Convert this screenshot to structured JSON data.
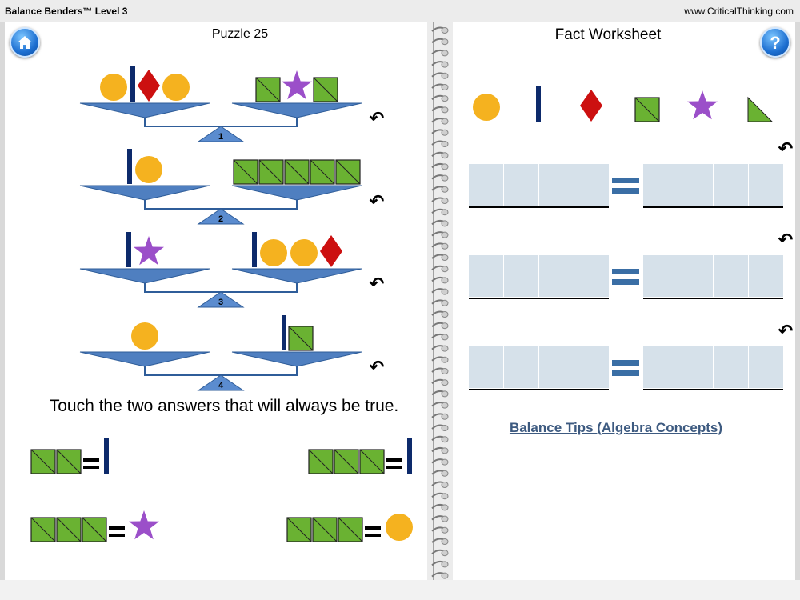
{
  "header": {
    "title": "Balance Benders™ Level 3",
    "site": "www.CriticalThinking.com"
  },
  "puzzle": {
    "title": "Puzzle 25",
    "instruction": "Touch the two answers that will always be true."
  },
  "scales": [
    {
      "number": "1",
      "left": [
        "circle",
        "bar",
        "diamond",
        "circle"
      ],
      "right": [
        "square",
        "star",
        "square"
      ]
    },
    {
      "number": "2",
      "left": [
        "bar",
        "circle"
      ],
      "right": [
        "square",
        "square",
        "square",
        "square",
        "square"
      ]
    },
    {
      "number": "3",
      "left": [
        "bar",
        "star"
      ],
      "right": [
        "bar",
        "circle",
        "circle",
        "diamond"
      ]
    },
    {
      "number": "4",
      "left": [
        "circle"
      ],
      "right": [
        "bar",
        "square"
      ]
    }
  ],
  "answers": [
    {
      "lhs": [
        "square",
        "square"
      ],
      "rhs": "bar"
    },
    {
      "lhs": [
        "square",
        "square",
        "square"
      ],
      "rhs": "bar"
    },
    {
      "lhs": [
        "square",
        "square",
        "square"
      ],
      "rhs": "star"
    },
    {
      "lhs": [
        "square",
        "square",
        "square"
      ],
      "rhs": "circle"
    }
  ],
  "worksheet": {
    "title": "Fact Worksheet",
    "palette": [
      "circle",
      "bar",
      "diamond",
      "square",
      "star",
      "triangle"
    ],
    "rows": 3,
    "tips_link": "Balance Tips (Algebra Concepts)"
  },
  "icons": {
    "home": "home-icon",
    "help": "question-icon",
    "undo": "undo-icon"
  },
  "colors": {
    "circle": "#f5b21f",
    "bar": "#0d2a6b",
    "diamond": "#cc1010",
    "square": "#6ab232",
    "star": "#9b4fc9",
    "triangle": "#6ab232",
    "pan": "#4f7fc0",
    "fulcrum": "#5b8ccf",
    "equals": "#3a6ea5",
    "box": "#d6e1ea"
  }
}
